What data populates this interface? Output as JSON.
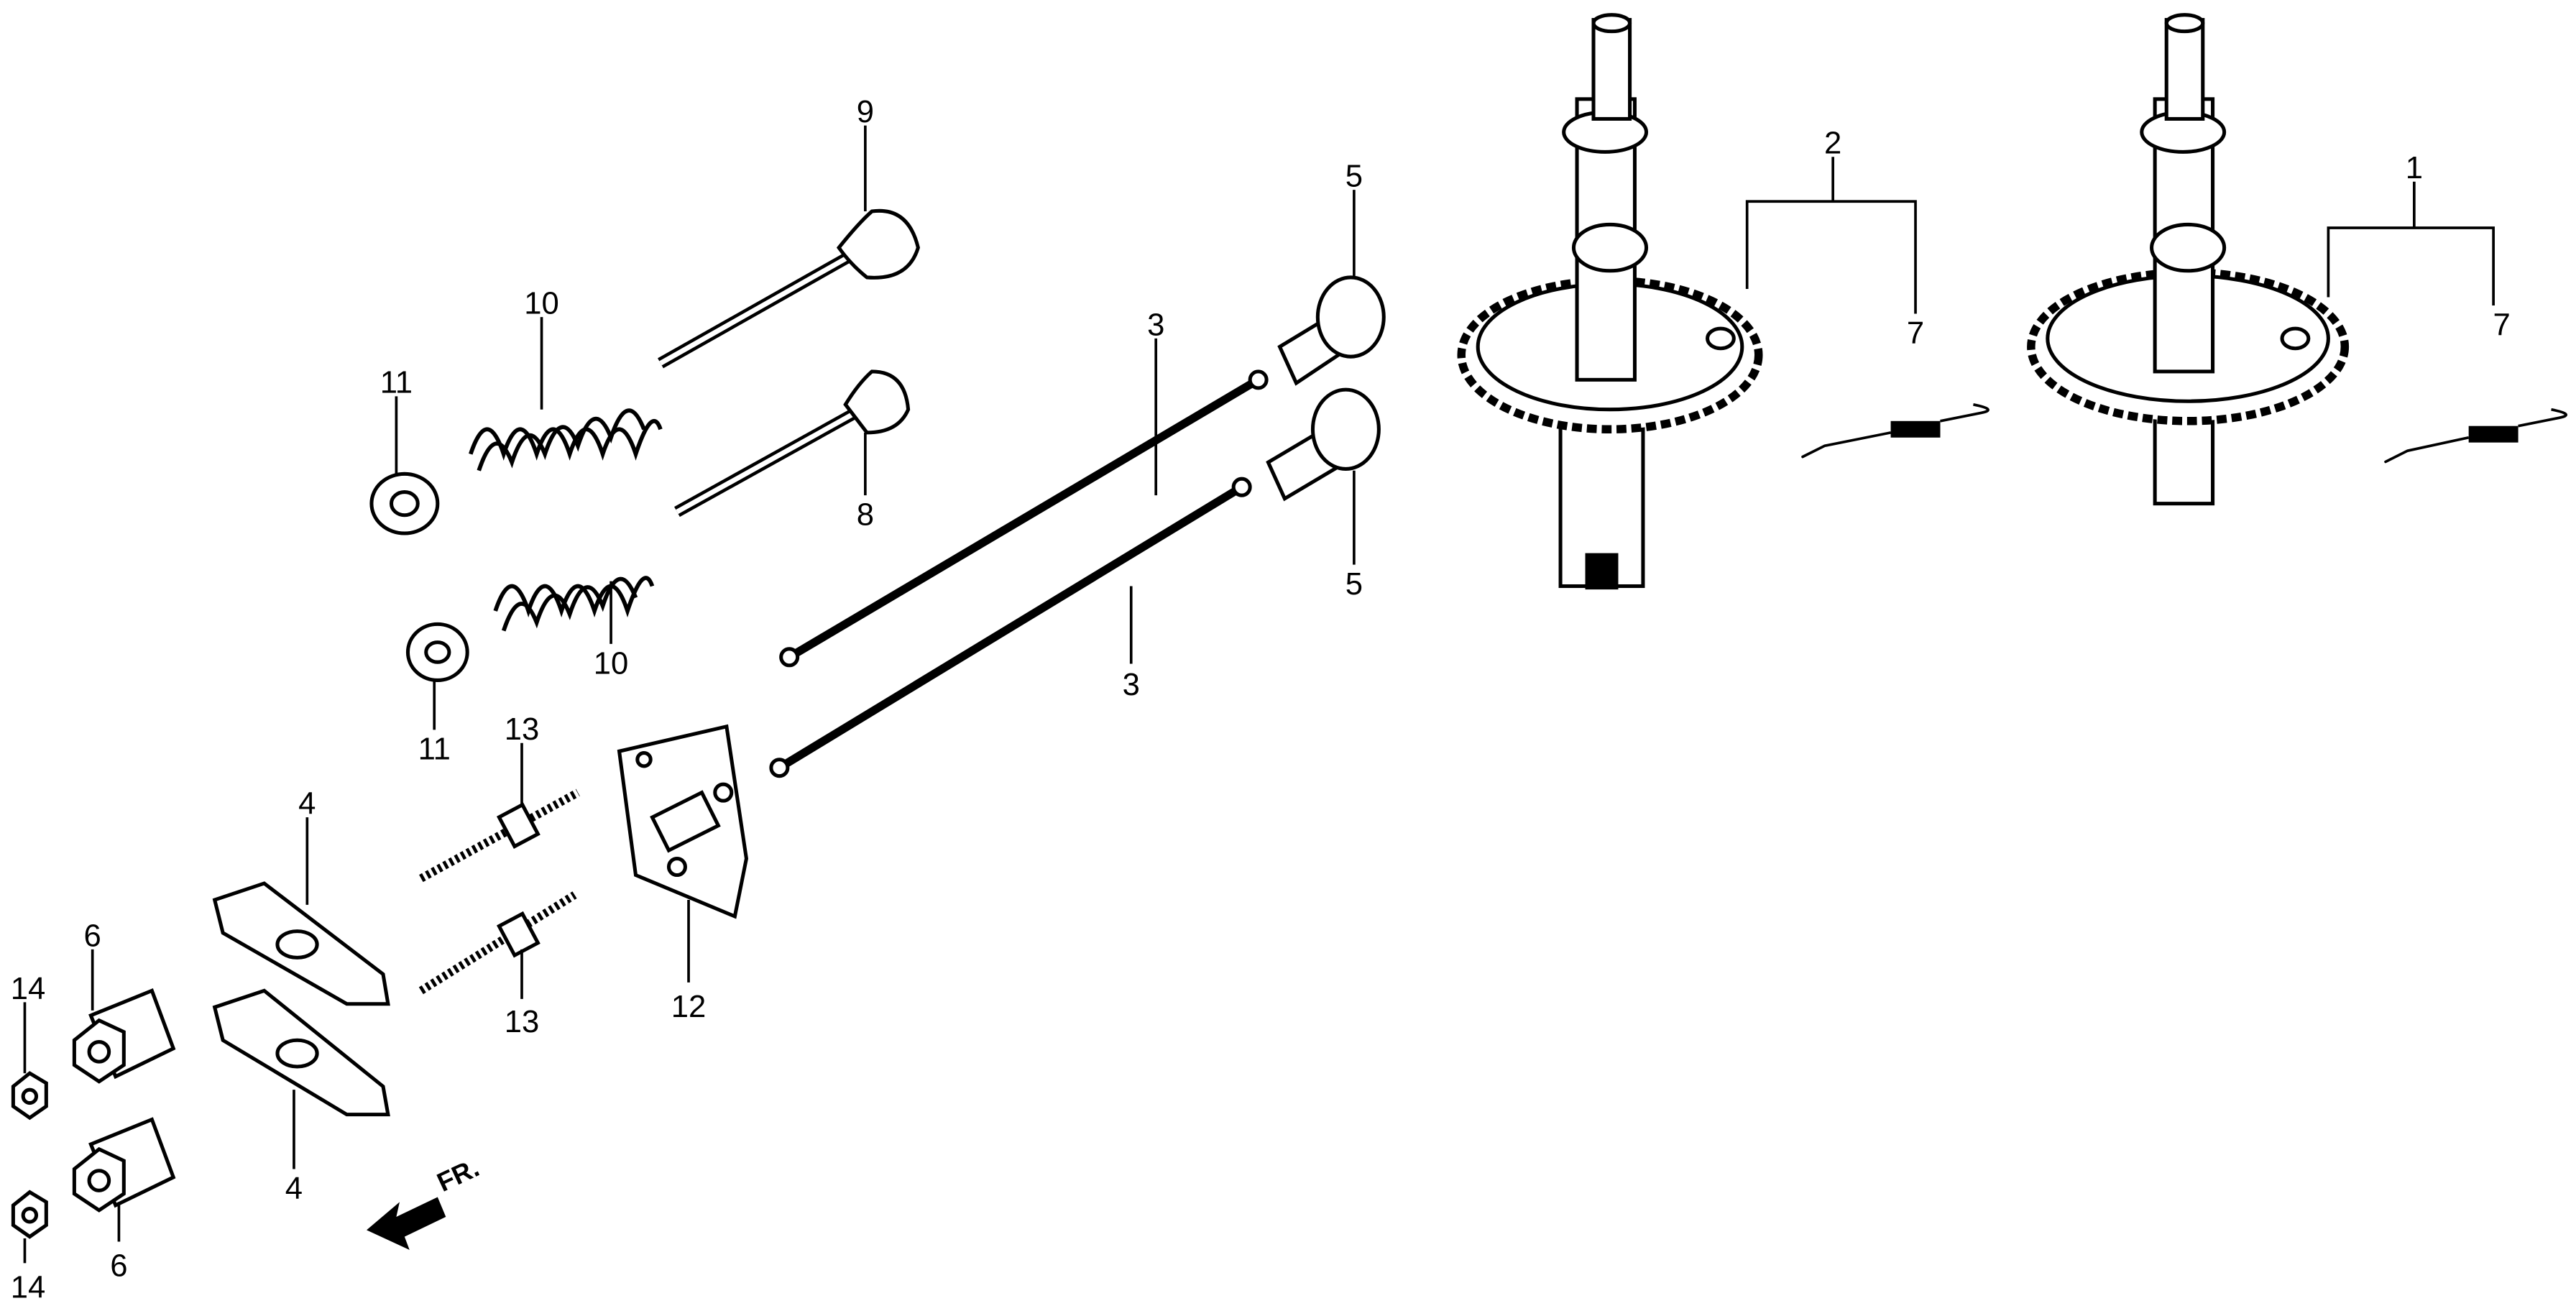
{
  "diagram": {
    "callouts": {
      "c1": "1",
      "c2": "2",
      "c3a": "3",
      "c3b": "3",
      "c4a": "4",
      "c4b": "4",
      "c5a": "5",
      "c5b": "5",
      "c6a": "6",
      "c6b": "6",
      "c7a": "7",
      "c7b": "7",
      "c8": "8",
      "c9": "9",
      "c10a": "10",
      "c10b": "10",
      "c11a": "11",
      "c11b": "11",
      "c12": "12",
      "c13a": "13",
      "c13b": "13",
      "c14a": "14",
      "c14b": "14"
    },
    "front_arrow_label": "FR."
  }
}
